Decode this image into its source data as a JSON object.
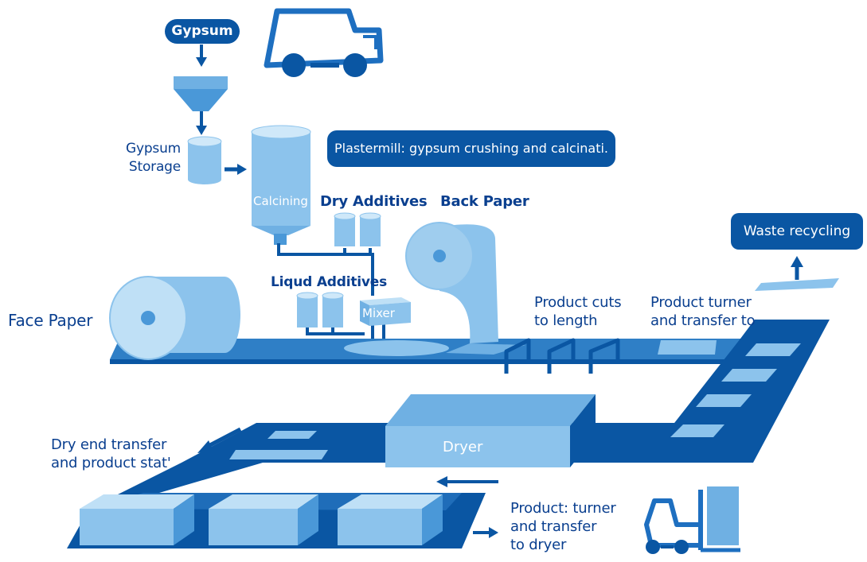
{
  "palette": {
    "dark": "#0a56a3",
    "mid": "#2f7fc6",
    "light": "#8cc3ec",
    "pale": "#bfe0f6",
    "text": "#0a3f8f"
  },
  "icons": [
    "delivery-truck-icon",
    "forklift-icon"
  ],
  "labels": {
    "gypsum": "Gypsum",
    "gypsum_storage_line1": "Gypsum",
    "gypsum_storage_line2": "Storage",
    "plastermill": "Plastermill: gypsum crushing and calcinati.",
    "calcining": "Calcining",
    "dry_additives": "Dry Additives",
    "back_paper": "Back Paper",
    "waste_recycling": "Waste recycling",
    "liquid_additives": "Liqud Additives",
    "mixer": "Mixer",
    "face_paper": "Face Paper",
    "product_cuts_line1": "Product cuts",
    "product_cuts_line2": "to length",
    "product_turner_line1": "Product turner",
    "product_turner_line2": "and transfer to",
    "dryer": "Dryer",
    "dry_end_line1": "Dry end transfer",
    "dry_end_line2": "and product stat'",
    "product_turner_dryer_line1": "Product: turner",
    "product_turner_dryer_line2": "and transfer",
    "product_turner_dryer_line3": "to dryer"
  }
}
